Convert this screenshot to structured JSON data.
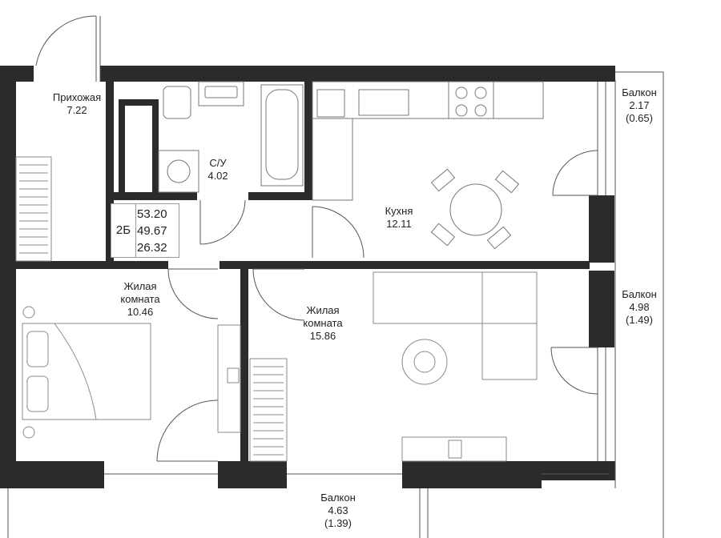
{
  "plan": {
    "apartment_type": "2Б",
    "total_area": "53.20",
    "area_without_balconies": "49.67",
    "living_area": "26.32",
    "rooms": [
      {
        "name": "Прихожая",
        "area": "7.22"
      },
      {
        "name": "С/У",
        "area": "4.02"
      },
      {
        "name": "Кухня",
        "area": "12.11"
      },
      {
        "name_line1": "Жилая",
        "name_line2": "комната",
        "area": "10.46"
      },
      {
        "name_line1": "Жилая",
        "name_line2": "комната",
        "area": "15.86"
      }
    ],
    "balconies": [
      {
        "name": "Балкон",
        "area": "2.17",
        "reduced_area": "(0.65)"
      },
      {
        "name": "Балкон",
        "area": "4.98",
        "reduced_area": "(1.49)"
      },
      {
        "name": "Балкон",
        "area": "4.63",
        "reduced_area": "(1.39)"
      }
    ]
  },
  "colors": {
    "wall": "#2b2b2b",
    "line": "#555555",
    "furniture": "#8a8a8a"
  }
}
